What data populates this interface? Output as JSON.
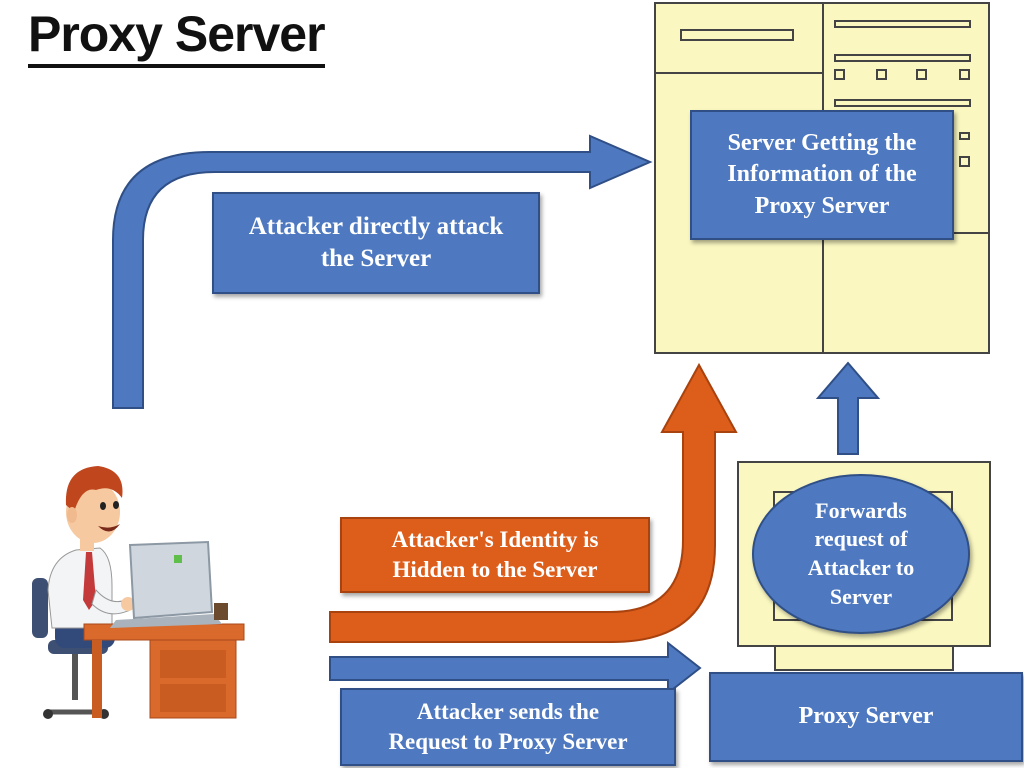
{
  "title": "Proxy Server",
  "labels": {
    "direct_attack": "Attacker directly attack\nthe Server",
    "server_getting": "Server Getting the\nInformation of the\nProxy Server",
    "identity_hidden": "Attacker's Identity is\nHidden to the Server",
    "forwards_request": "Forwards\nrequest of\nAttacker to\nServer",
    "sends_request": "Attacker sends the\nRequest to Proxy Server",
    "proxy_server": "Proxy Server"
  },
  "colors": {
    "blue": "#4e79c0",
    "orange": "#dd5d1b",
    "server_fill": "#faf7c0"
  }
}
